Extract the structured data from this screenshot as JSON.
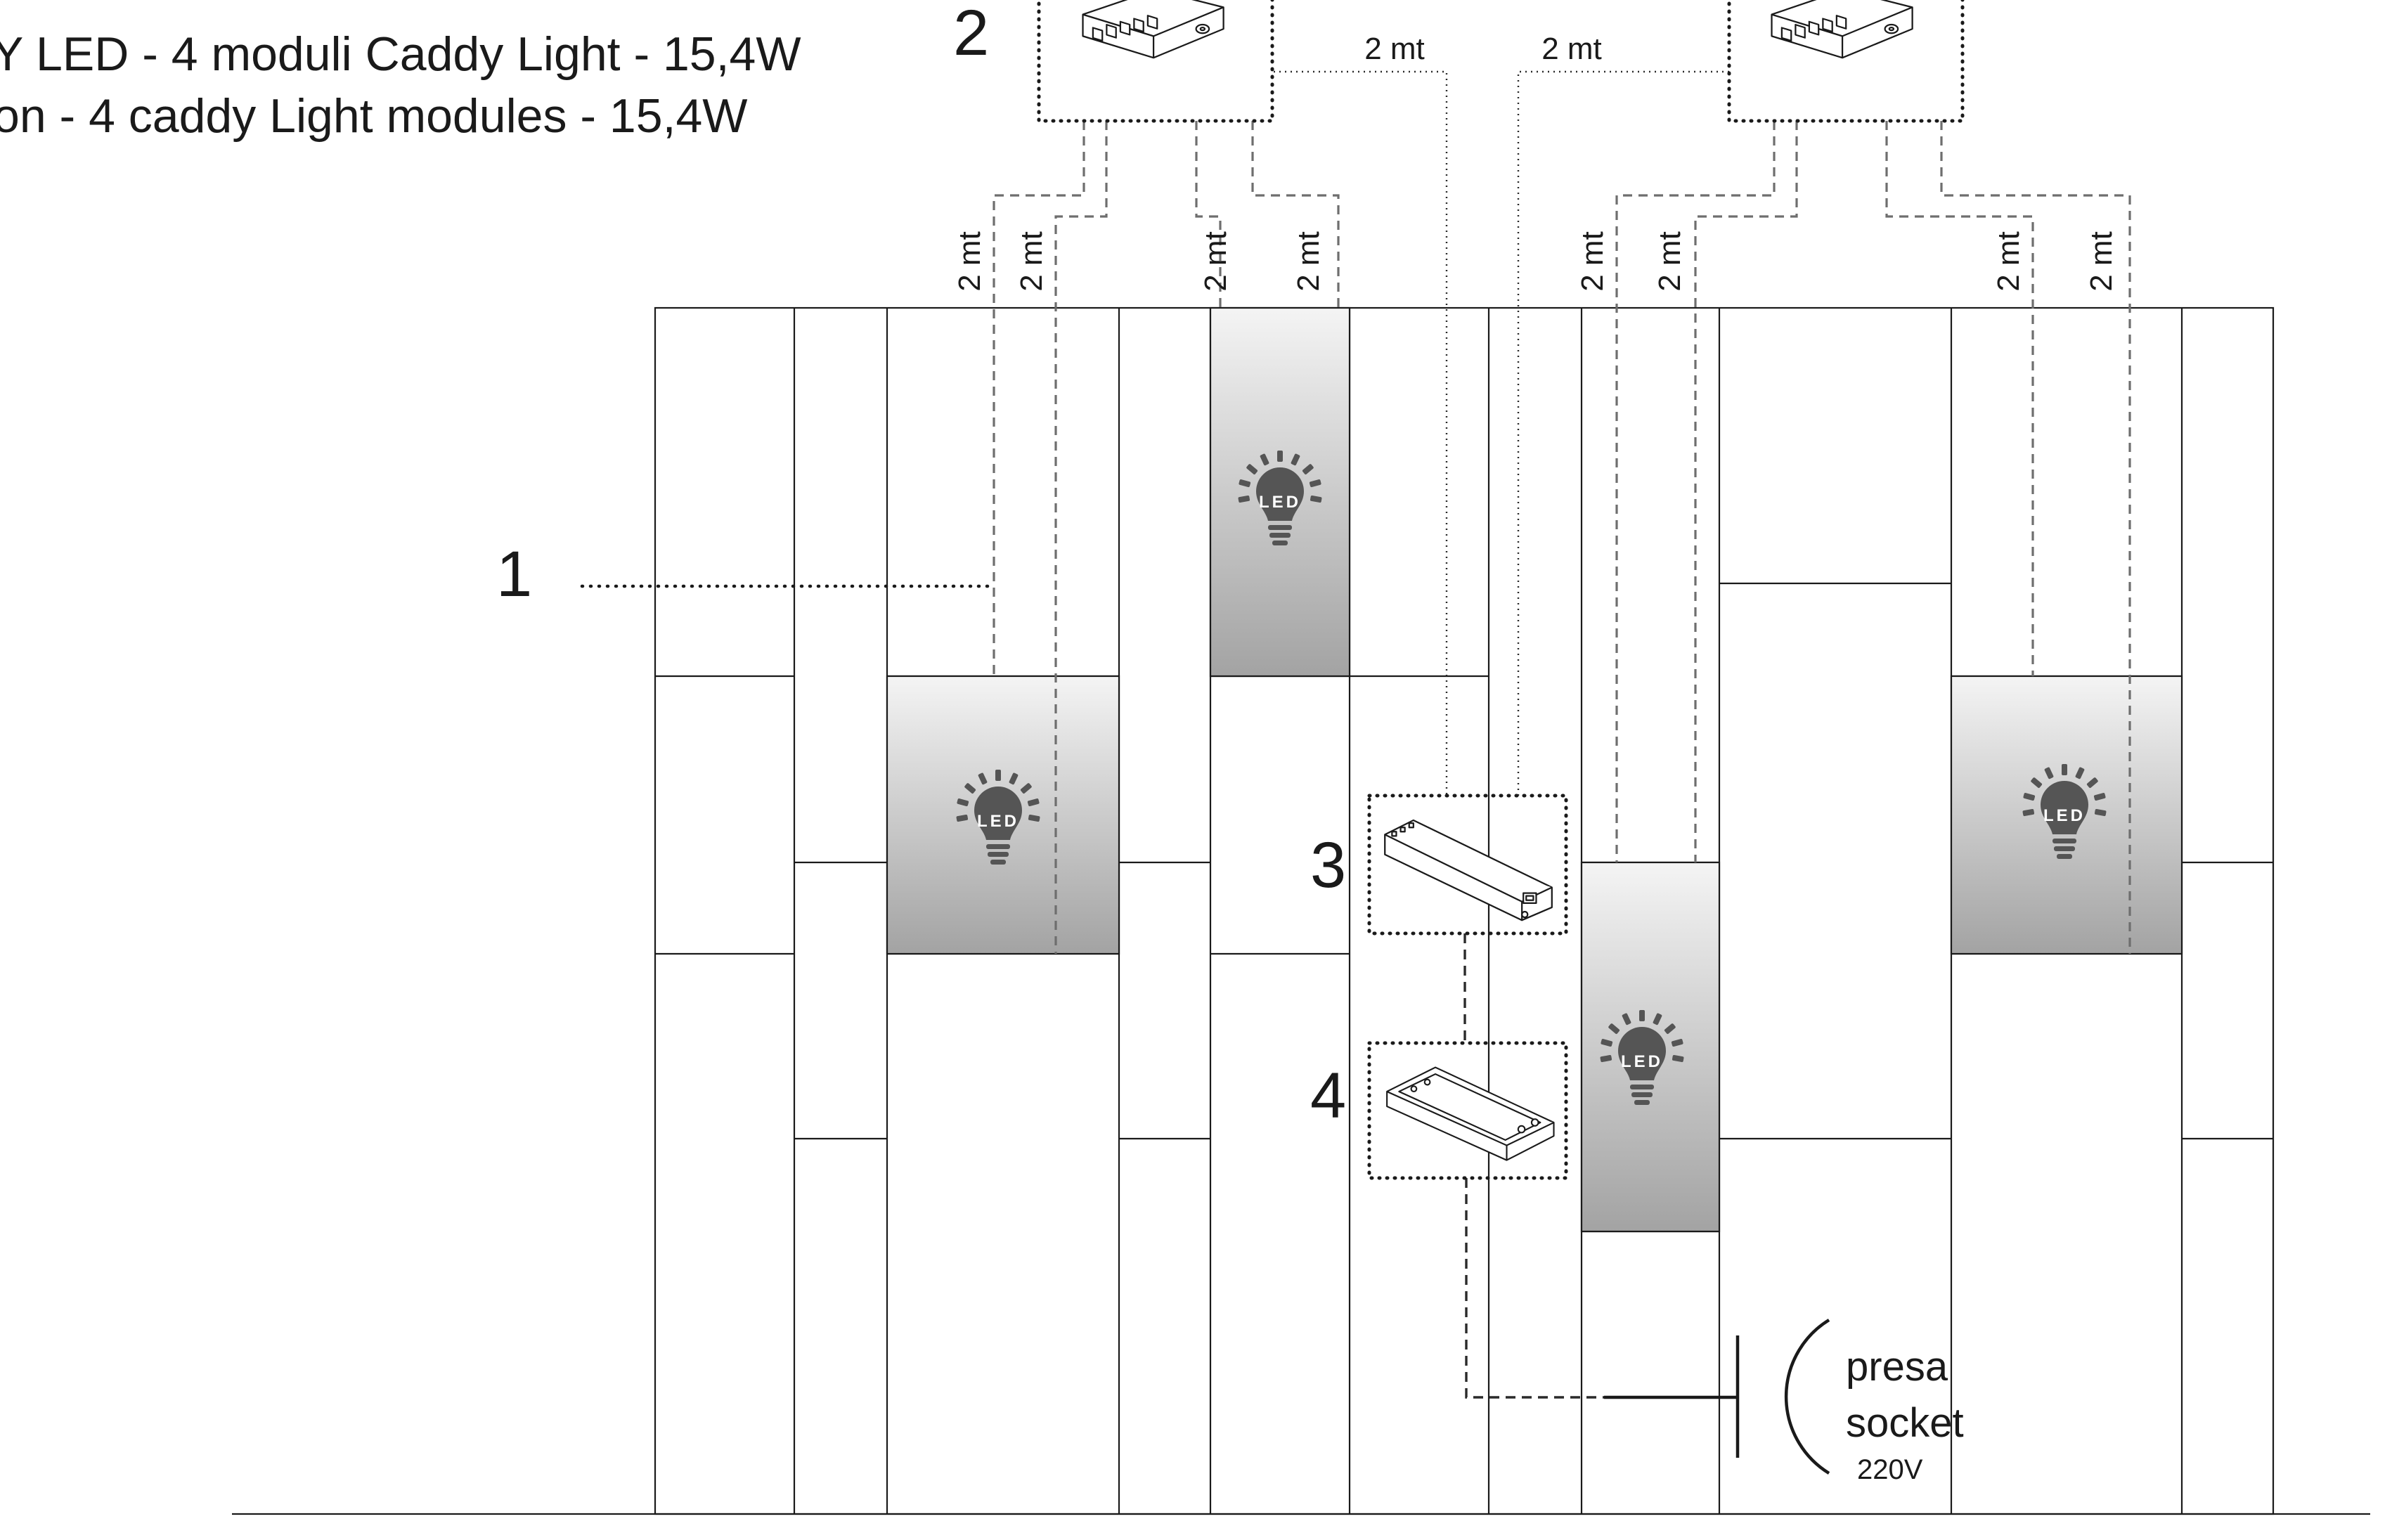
{
  "header": {
    "line1": "Y LED - 4 moduli Caddy Light - 15,4W",
    "line2": "on - 4 caddy Light modules - 15,4W"
  },
  "callouts": {
    "c1": "1",
    "c2": "2",
    "c3": "3",
    "c4": "4"
  },
  "cable_length": "2 mt",
  "led_label": "LED",
  "socket": {
    "line1": "presa",
    "line2": "socket",
    "voltage": "220V"
  },
  "colors": {
    "ink": "#1a1a1a",
    "wire": "#6e6e6e",
    "led_top": "#f4f4f4",
    "led_bottom": "#a3a3a3"
  },
  "icons": [
    "hub-icon",
    "driver-icon",
    "transformer-icon",
    "led-bulb-icon",
    "socket-icon"
  ]
}
